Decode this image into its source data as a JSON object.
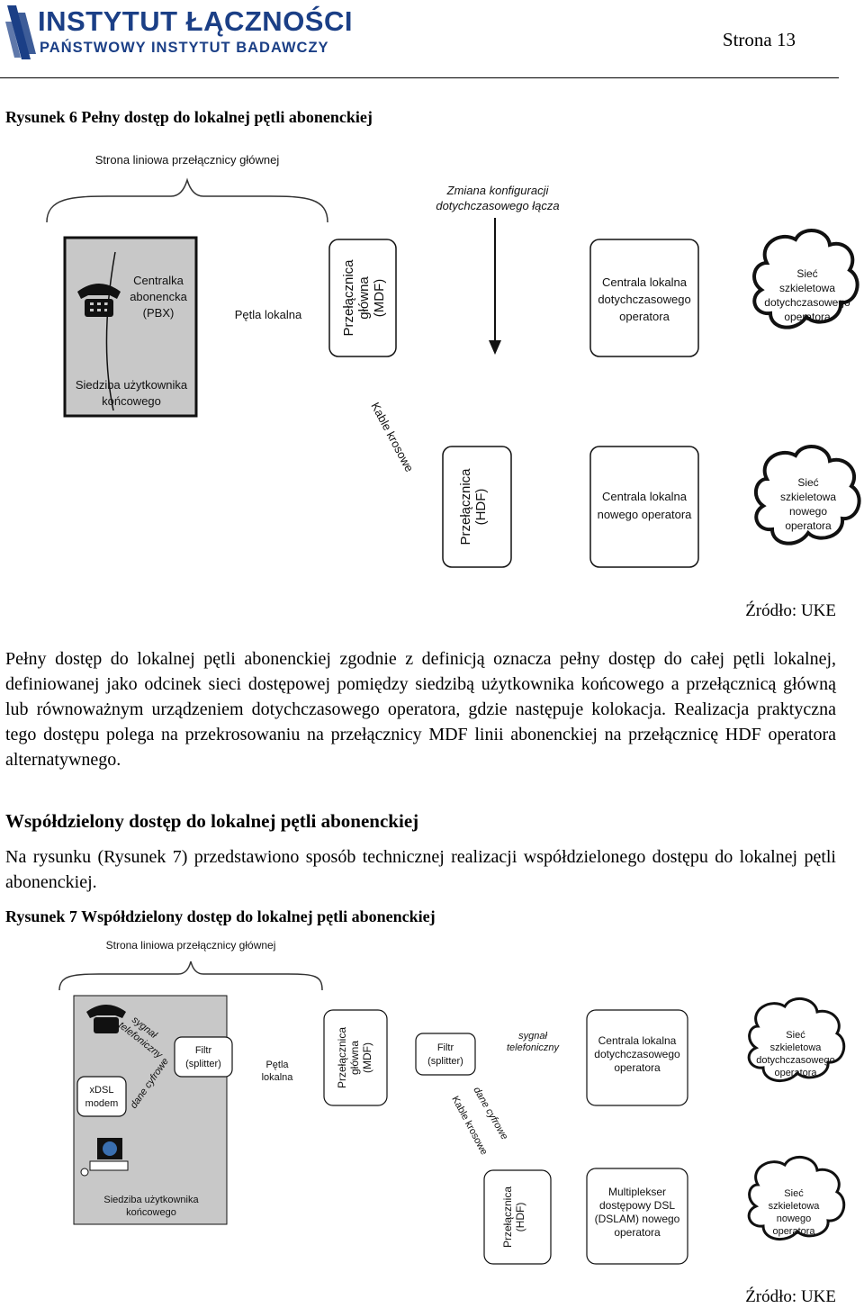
{
  "header": {
    "logo_main": "INSTYTUT ŁĄCZNOŚCI",
    "logo_sub": "PAŃSTWOWY INSTYTUT BADAWCZY",
    "page_number": "Strona 13"
  },
  "figure6": {
    "caption": "Rysunek 6 Pełny dostęp do lokalnej pętli abonenckiej",
    "label_line_side": "Strona liniowa przełącznicy głównej",
    "label_change_1": "Zmiana konfiguracji",
    "label_change_2": "dotychczasowego łącza",
    "label_pbx_1": "Centralka",
    "label_pbx_2": "abonencka",
    "label_pbx_3": "(PBX)",
    "label_local_loop": "Pętla lokalna",
    "label_premises_1": "Siedziba użytkownika",
    "label_premises_2": "końcowego",
    "label_mdf_1": "Przełącznica",
    "label_mdf_2": "główna",
    "label_mdf_3": "(MDF)",
    "label_inc_exch_1": "Centrala lokalna",
    "label_inc_exch_2": "dotychczasowego",
    "label_inc_exch_3": "operatora",
    "label_inc_cloud_1": "Sieć",
    "label_inc_cloud_2": "szkieletowa",
    "label_inc_cloud_3": "dotychczasowego",
    "label_inc_cloud_4": "operatora",
    "label_cables": "Kable krosowe",
    "label_hdf_1": "Przełącznica",
    "label_hdf_2": "(HDF)",
    "label_new_exch_1": "Centrala lokalna",
    "label_new_exch_2": "nowego operatora",
    "label_new_cloud_1": "Sieć",
    "label_new_cloud_2": "szkieletowa",
    "label_new_cloud_3": "nowego",
    "label_new_cloud_4": "operatora",
    "source": "Źródło: UKE"
  },
  "paragraph1": "Pełny dostęp do lokalnej pętli abonenckiej zgodnie z definicją oznacza pełny dostęp do całej pętli lokalnej, definiowanej jako odcinek sieci dostępowej pomiędzy siedzibą użytkownika końcowego a przełącznicą główną lub równoważnym urządzeniem dotychczasowego operatora, gdzie następuje kolokacja. Realizacja praktyczna tego dostępu polega na przekrosowaniu na przełącznicy MDF linii abonenckiej na przełącznicę HDF operatora alternatywnego.",
  "section_heading": "Współdzielony dostęp do lokalnej pętli abonenckiej",
  "paragraph2": "Na rysunku (Rysunek 7) przedstawiono sposób technicznej realizacji współdzielonego dostępu do lokalnej pętli abonenckiej.",
  "figure7": {
    "caption": "Rysunek 7 Współdzielony dostęp do lokalnej pętli abonenckiej",
    "label_line_side": "Strona liniowa przełącznicy głównej",
    "label_voice_1": "sygnał",
    "label_voice_2": "telefoniczny",
    "label_filter_1": "Filtr",
    "label_filter_2": "(splitter)",
    "label_xdsl_1": "xDSL",
    "label_xdsl_2": "modem",
    "label_digital": "dane cyfrowe",
    "label_local_loop_1": "Pętla",
    "label_local_loop_2": "lokalna",
    "label_premises_1": "Siedziba użytkownika",
    "label_premises_2": "końcowego",
    "label_mdf_1": "Przełącznica",
    "label_mdf_2": "główna",
    "label_mdf_3": "(MDF)",
    "label_filter2_1": "Filtr",
    "label_filter2_2": "(splitter)",
    "label_voice2_1": "sygnał",
    "label_voice2_2": "telefoniczny",
    "label_inc_exch_1": "Centrala lokalna",
    "label_inc_exch_2": "dotychczasowego",
    "label_inc_exch_3": "operatora",
    "label_inc_cloud_1": "Sieć",
    "label_inc_cloud_2": "szkieletowa",
    "label_inc_cloud_3": "dotychczasowego",
    "label_inc_cloud_4": "operatora",
    "label_digital2": "dane cyfrowe",
    "label_cables": "Kable krosowe",
    "label_hdf_1": "Przełącznica",
    "label_hdf_2": "(HDF)",
    "label_dslam_1": "Multiplekser",
    "label_dslam_2": "dostępowy DSL",
    "label_dslam_3": "(DSLAM) nowego",
    "label_dslam_4": "operatora",
    "label_new_cloud_1": "Sieć",
    "label_new_cloud_2": "szkieletowa",
    "label_new_cloud_3": "nowego",
    "label_new_cloud_4": "operatora",
    "source": "Źródło: UKE"
  }
}
